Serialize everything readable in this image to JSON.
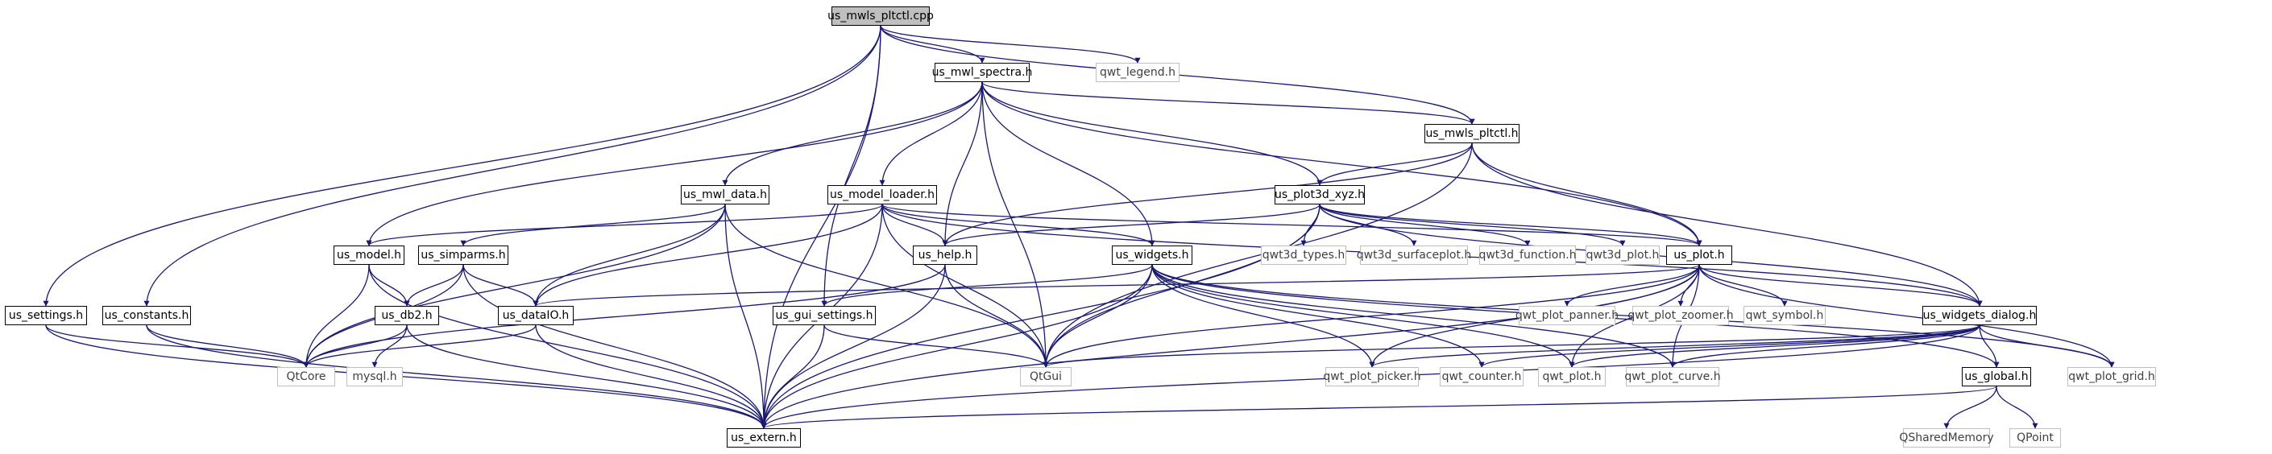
{
  "colors": {
    "edge": "#191970",
    "root_fill": "#bfbfbf",
    "local_border": "#000000",
    "external_border": "#bfbfbf",
    "external_text": "#404040"
  },
  "nodes": {
    "us_mwls_pltctl_cpp": "us_mwls_pltctl.cpp",
    "us_mwl_spectra_h": "us_mwl_spectra.h",
    "qwt_legend_h": "qwt_legend.h",
    "us_mwls_pltctl_h": "us_mwls_pltctl.h",
    "us_mwl_data_h": "us_mwl_data.h",
    "us_model_loader_h": "us_model_loader.h",
    "us_plot3d_xyz_h": "us_plot3d_xyz.h",
    "us_model_h": "us_model.h",
    "us_simparms_h": "us_simparms.h",
    "us_help_h": "us_help.h",
    "us_widgets_h": "us_widgets.h",
    "qwt3d_types_h": "qwt3d_types.h",
    "qwt3d_surfaceplot_h": "qwt3d_surfaceplot.h",
    "qwt3d_function_h": "qwt3d_function.h",
    "qwt3d_plot_h": "qwt3d_plot.h",
    "us_plot_h": "us_plot.h",
    "us_settings_h": "us_settings.h",
    "us_constants_h": "us_constants.h",
    "us_db2_h": "us_db2.h",
    "us_dataIO_h": "us_dataIO.h",
    "us_gui_settings_h": "us_gui_settings.h",
    "qwt_plot_panner_h": "qwt_plot_panner.h",
    "qwt_plot_zoomer_h": "qwt_plot_zoomer.h",
    "qwt_symbol_h": "qwt_symbol.h",
    "us_widgets_dialog_h": "us_widgets_dialog.h",
    "QtCore": "QtCore",
    "mysql_h": "mysql.h",
    "QtGui": "QtGui",
    "qwt_plot_picker_h": "qwt_plot_picker.h",
    "qwt_counter_h": "qwt_counter.h",
    "qwt_plot_h": "qwt_plot.h",
    "qwt_plot_curve_h": "qwt_plot_curve.h",
    "us_global_h": "us_global.h",
    "qwt_plot_grid_h": "qwt_plot_grid.h",
    "us_extern_h": "us_extern.h",
    "QSharedMemory": "QSharedMemory",
    "QPoint": "QPoint"
  }
}
